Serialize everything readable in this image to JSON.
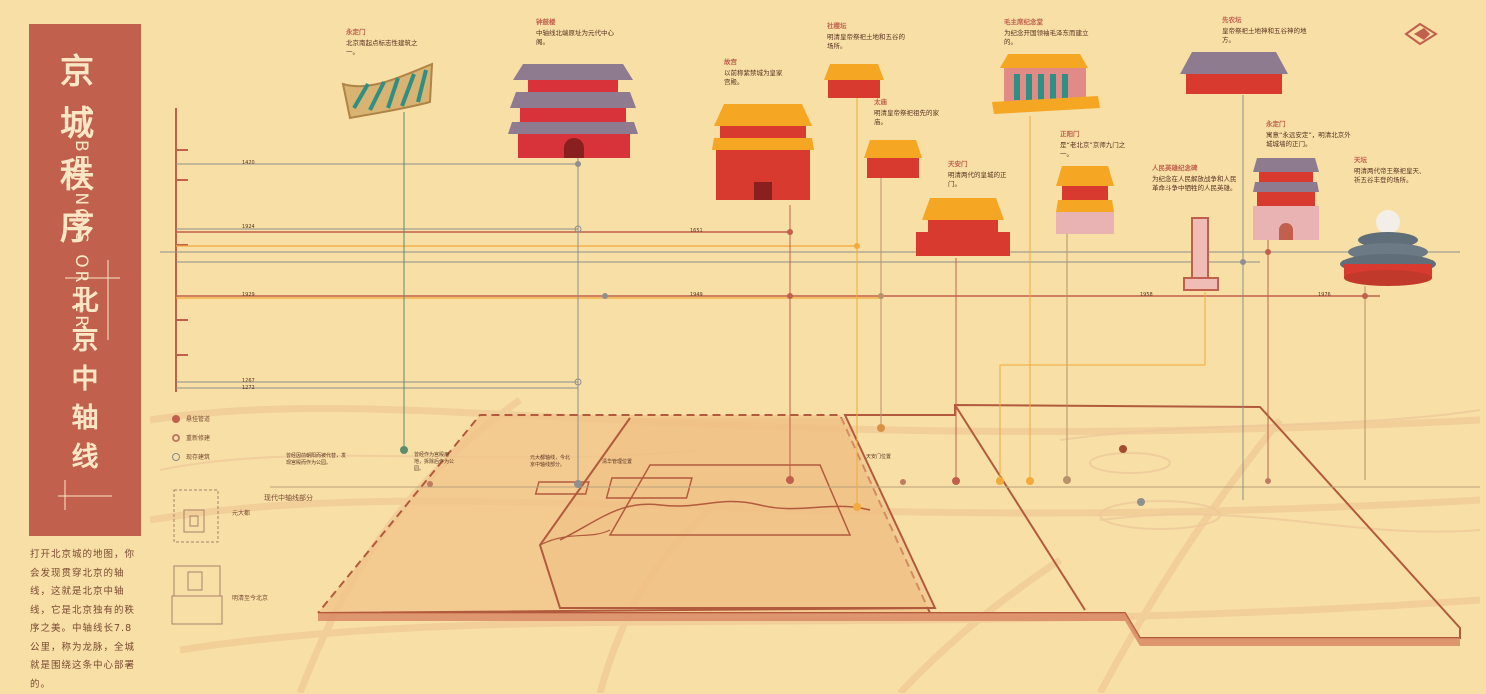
{
  "title": {
    "main": "京城秩序",
    "english": "BEIJING'S ORDER",
    "subtitle": "北京中轴线"
  },
  "intro_text": "打开北京城的地图，你会发现贯穿北京的轴线，这就是北京中轴线，它是北京独有的秩序之美。中轴线长7.8公里，称为龙脉，全城就是围绕这条中心部署的。",
  "legend": {
    "items": [
      {
        "label": "悬挂管道",
        "color": "#c0604d"
      },
      {
        "label": "重新修建",
        "color": "#c07b63"
      },
      {
        "label": "现存建筑",
        "color": "#8a8a8a"
      }
    ],
    "modern_axis": "现代中轴线部分",
    "map_labels": [
      "元大都",
      "明清至今北京"
    ]
  },
  "buildings": [
    {
      "name": "永定门",
      "desc": "北京南起点标志性建筑之一。"
    },
    {
      "name": "钟鼓楼",
      "desc": "中轴线北端原址为元代中心阁。"
    },
    {
      "name": "故宫",
      "desc": "以前称紫禁城为皇家宫殿。"
    },
    {
      "name": "社稷坛",
      "desc": "明清皇帝祭祀土地和五谷的场所。"
    },
    {
      "name": "太庙",
      "desc": "明清皇帝祭祀祖先的家庙。"
    },
    {
      "name": "天安门",
      "desc": "明清两代的皇城的正门。"
    },
    {
      "name": "毛主席纪念堂",
      "desc": "为纪念开国领袖毛泽东而建立的。"
    },
    {
      "name": "正阳门",
      "desc": "是“老北京”京师九门之一。"
    },
    {
      "name": "人民英雄纪念碑",
      "desc": "为纪念在人民解放战争和人民革命斗争中牺牲的人民英雄。"
    },
    {
      "name": "先农坛",
      "desc": "皇帝祭祀土地神和五谷神的地方。"
    },
    {
      "name": "永定门",
      "desc": "寓意“永远安定”，明清北京外城城墙的正门。"
    },
    {
      "name": "天坛",
      "desc": "明清两代帝王祭祀皇天、祈五谷丰登的场所。"
    }
  ],
  "timeline_years": [
    "1420",
    "1924",
    "1929",
    "1267",
    "1272",
    "1651",
    "1949",
    "1958",
    "1976"
  ],
  "map_notes": [
    "曾经因前朝阳而被代替，发现宫殿而作为公园。",
    "曾经作为宫殿用地，拆除后作为公园。",
    "元大都轴线，今北京中轴线部分。",
    "清华管理位置",
    "天安门位置"
  ],
  "colors": {
    "background": "#f7dfa6",
    "sidebar": "#c0604d",
    "roof": "#f5a623",
    "wall": "#d93a2f",
    "line": "#c0604d"
  }
}
